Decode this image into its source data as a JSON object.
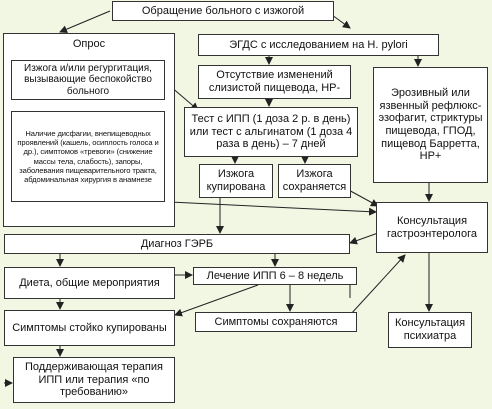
{
  "nodes": {
    "start": "Обращение больного с изжогой",
    "survey": "Опрос",
    "heartburn": "Изжога и/или регургитация, вызывающие беспокойство больного",
    "alarm": "Наличие дисфагии, внепищеводных проявлений (кашель, осиплость голоса и др.), симптомов «тревоги» (снижение массы тела, слабость), запоры, заболевания пищеварительного тракта, абдоминальная хирургия в анамнезе",
    "egds": "ЭГДС с исследованием на H. pylori",
    "no_changes": "Отсутствие изменений слизистой пищевода, HP-",
    "erosive": "Эрозивный или язвенный рефлюкс-эзофагит, стриктуры пищевода, ГПОД, пищевод Барретта, HP+",
    "ppi_test": "Тест с ИПП (1 доза 2 р. в день) или тест с альгинатом (1 доза 4 раза в день) – 7 дней",
    "relieved": "Изжога купирована",
    "persists": "Изжога сохраняется",
    "consult_gastro": "Консультация гастроэнтеролога",
    "diagnosis": "Диагноз ГЭРБ",
    "diet": "Диета, общие мероприятия",
    "treatment": "Лечение ИПП 6 – 8 недель",
    "stable": "Симптомы стойко купированы",
    "sym_persist": "Симптомы сохраняются",
    "consult_psych": "Консультация психиатра",
    "maintenance": "Поддерживающая терапия ИПП или терапия «по требованию»"
  },
  "colors": {
    "background": "#f2f7e4",
    "box_fill": "#ffffff",
    "border": "#333333"
  }
}
